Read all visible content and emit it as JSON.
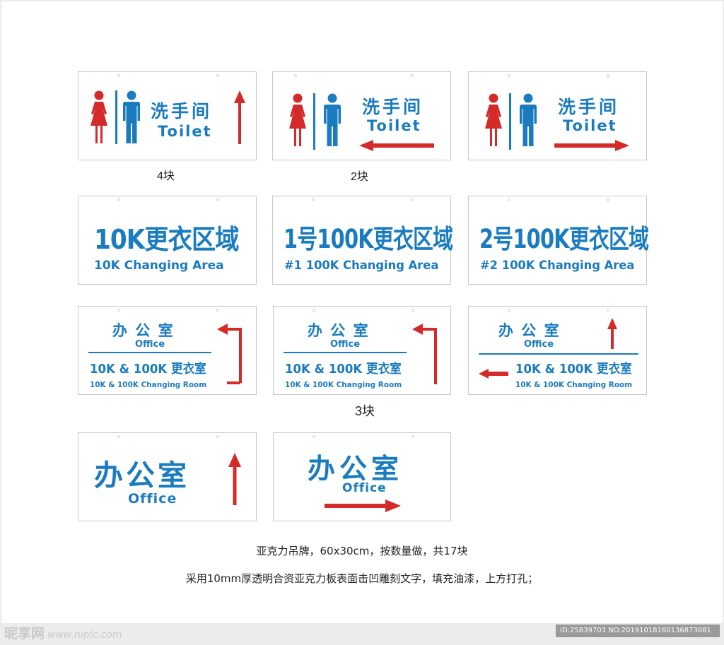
{
  "colors": {
    "blue": "#1a7bbf",
    "red": "#d42a2a",
    "border": "#c8c8c8"
  },
  "toilet": {
    "zh": "洗手间",
    "en": "Toilet"
  },
  "toilet_signs": [
    {
      "arrow": "up-arrow-icon"
    },
    {
      "arrow": "left-arrow-icon"
    },
    {
      "arrow": "right-arrow-icon"
    }
  ],
  "counts": {
    "row1_a": "4块",
    "row1_b": "2块",
    "row3": "3块"
  },
  "changing_signs": [
    {
      "zh": "10K更衣区域",
      "en": "10K Changing Area"
    },
    {
      "zh": "1号100K更衣区域",
      "en": "#1 100K Changing Area"
    },
    {
      "zh": "2号100K更衣区域",
      "en": "#2 100K Changing Area"
    }
  ],
  "office_combo": {
    "office_zh": "办 公 室",
    "office_en": "Office",
    "room_zh": "10K & 100K 更衣室",
    "room_en": "10K & 100K Changing Room"
  },
  "office_single": {
    "zh": "办公室",
    "en": "Office"
  },
  "notes": {
    "line1": "亚克力吊牌，60x30cm，按数量做，共17块",
    "line2": "采用10mm厚透明合资亚克力板表面击凹雕刻文字，填充油漆，上方打孔；"
  },
  "watermark": {
    "logo": "昵享网",
    "url": "www.nipic.com",
    "id": "ID:25839703 NO:20191018160136873081"
  }
}
